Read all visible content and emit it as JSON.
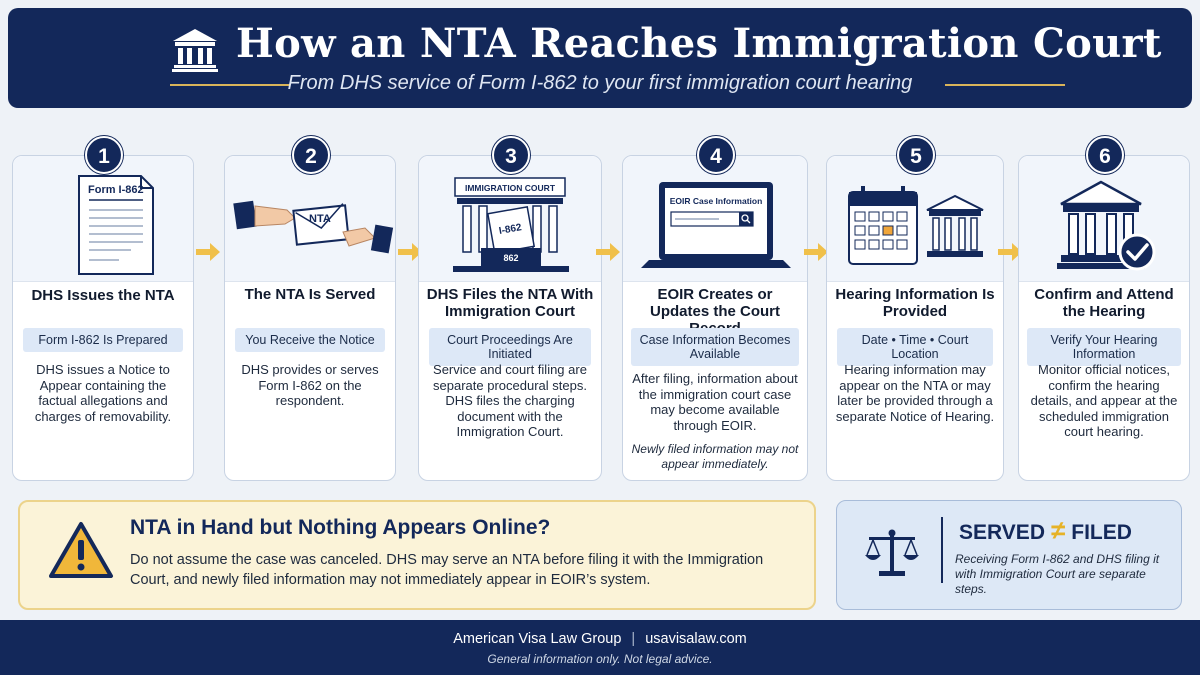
{
  "header": {
    "title": "How an NTA Reaches Immigration Court",
    "subtitle": "From DHS service of Form I-862 to your first immigration court hearing"
  },
  "steps": [
    {
      "number": "1",
      "title": "DHS Issues the NTA",
      "pill": "Form I-862 Is Prepared",
      "description": "DHS issues a Notice to Appear containing the factual allegations and charges of removability.",
      "illustration_label": "Form I-862",
      "icon": "document-icon"
    },
    {
      "number": "2",
      "title": "The NTA Is Served",
      "pill": "You Receive the Notice",
      "description": "DHS provides or serves Form I-862 on the respondent.",
      "illustration_label": "NTA",
      "icon": "handoff-icon"
    },
    {
      "number": "3",
      "title": "DHS Files the NTA With Immigration Court",
      "pill": "Court Proceedings Are Initiated",
      "description": "Service and court filing are separate procedural steps. DHS files the charging document with the Immigration Court.",
      "illustration_label": "IMMIGRATION COURT",
      "illustration_sublabel": "I-862",
      "illustration_tray": "862",
      "icon": "court-filing-icon"
    },
    {
      "number": "4",
      "title": "EOIR Creates or Updates the Court Record",
      "pill": "Case Information Becomes Available",
      "description": "After filing, information about the immigration court case may become available through EOIR.",
      "note": "Newly filed information may not appear immediately.",
      "illustration_label": "EOIR Case Information",
      "icon": "laptop-icon"
    },
    {
      "number": "5",
      "title": "Hearing Information Is Provided",
      "pill": "Date • Time • Court Location",
      "description": "Hearing information may appear on the NTA or may later be provided through a separate Notice of Hearing.",
      "icon": "calendar-icon"
    },
    {
      "number": "6",
      "title": "Confirm and Attend the Hearing",
      "pill": "Verify Your Hearing Information",
      "description": "Monitor official notices, confirm the hearing details, and appear at the scheduled immigration court hearing.",
      "icon": "courthouse-check-icon"
    }
  ],
  "warning": {
    "title": "NTA in Hand but Nothing Appears Online?",
    "body": "Do not assume the case was canceled. DHS may serve an NTA before filing it with the Immigration Court, and newly filed information may not immediately appear in EOIR’s system."
  },
  "served_filed": {
    "left": "SERVED",
    "symbol": "≠",
    "right": "FILED",
    "body": "Receiving Form I-862 and DHS filing it with Immigration Court are separate steps."
  },
  "footer": {
    "org": "American Visa Law Group",
    "separator": "|",
    "website": "usavisalaw.com",
    "disclaimer": "General information only. Not legal advice."
  },
  "colors": {
    "navy": "#13285a",
    "gold": "#d9b45a",
    "arrow": "#f0c04a",
    "warning_bg": "#fbf3d8",
    "panel_blue": "#dde8f6"
  }
}
